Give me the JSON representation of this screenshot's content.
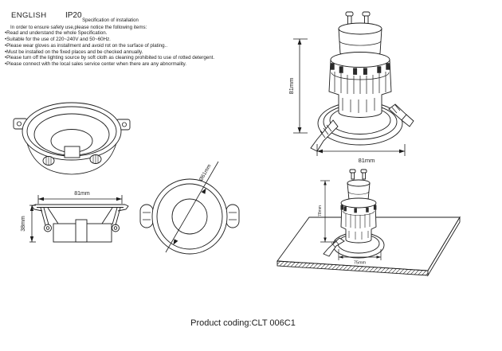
{
  "header": {
    "language": "ENGLISH",
    "ip_rating": "IP20"
  },
  "spec": {
    "title": "Specification of installation",
    "intro": "In order to ensure safety use,please notice the following items:",
    "items": [
      "•Read and understand the whole Specification.",
      "•Suitable for the use of 220~240V and 50~60Hz.",
      "•Please wear gloves as installment and avoid rot on the surface of plating..",
      "•Must be installed on the fixed places and be checked annually.",
      "•Please turn off the lighting source by soft cloth as cleaning prohibited to use of rotted detergent.",
      "•Please connect with the local sales service center when there are any abnormality."
    ]
  },
  "drawings": {
    "front_3d": {
      "height_label": "81mm",
      "width_label": "81mm"
    },
    "side_view": {
      "width_label": "81mm",
      "height_label": "38mm"
    },
    "top_view": {
      "diameter_label": "Ø61mm"
    },
    "install_view": {
      "height_label": "78mm",
      "cutout_label": "75mm"
    }
  },
  "footer": {
    "product_coding": "Product coding:CLT 006C1"
  }
}
